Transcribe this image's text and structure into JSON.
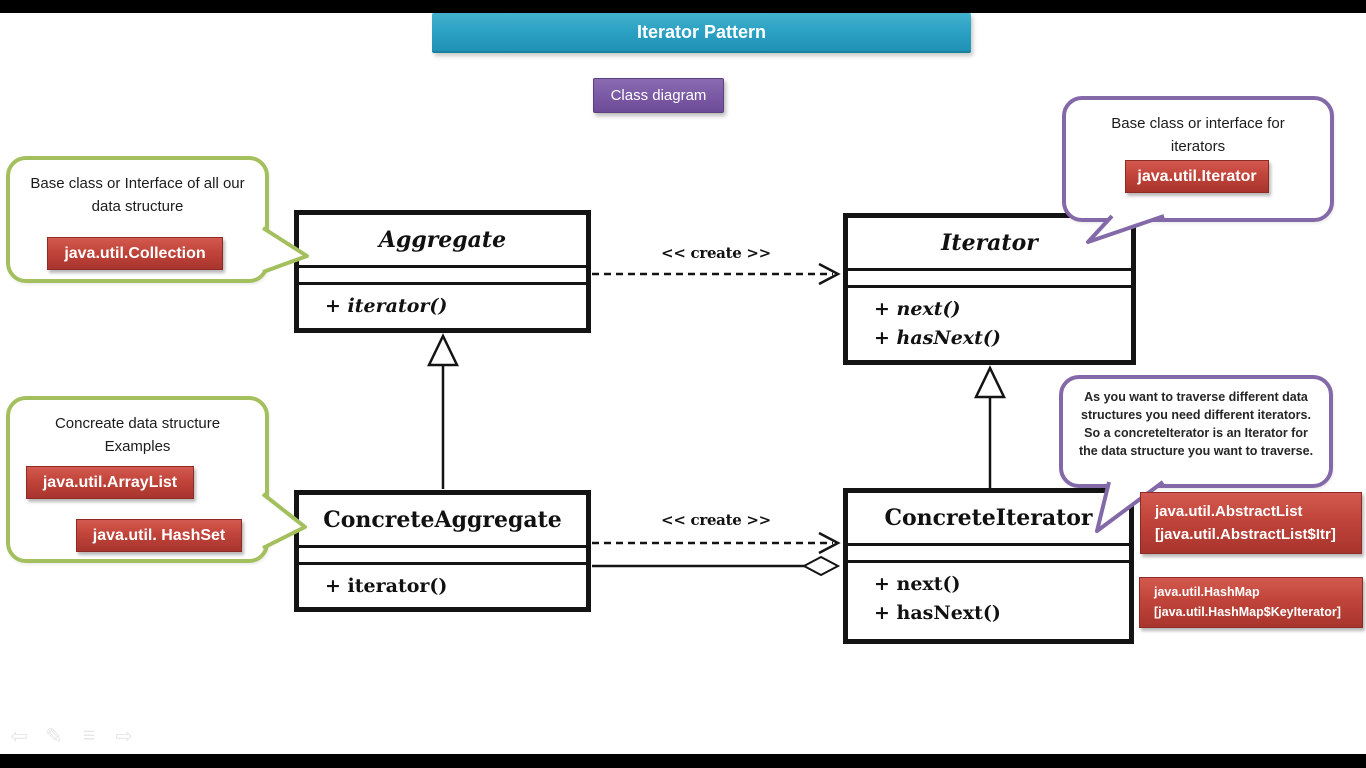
{
  "banner": {
    "label": "Iterator Pattern"
  },
  "subtitle": {
    "label": "Class diagram"
  },
  "callouts": {
    "collection": {
      "text": "Base class or Interface of all our data structure",
      "badge": "java.util.Collection"
    },
    "examples": {
      "text": "Concreate data structure Examples",
      "badges": [
        "java.util.ArrayList",
        "java.util. HashSet"
      ]
    },
    "iterator": {
      "text": "Base class or interface for iterators",
      "badge": "java.util.Iterator"
    },
    "note": {
      "text": "As you want to traverse different data structures you need different iterators. So a concreteIterator is an Iterator for the data structure you want to traverse."
    }
  },
  "classes": {
    "aggregate": {
      "name": "Aggregate",
      "methods": [
        "+ iterator()"
      ]
    },
    "iterator": {
      "name": "Iterator",
      "methods": [
        "+ next()",
        "+ hasNext()"
      ]
    },
    "concrete_aggregate": {
      "name": "ConcreteAggregate",
      "methods": [
        "+ iterator()"
      ]
    },
    "concrete_iterator": {
      "name": "ConcreteIterator",
      "methods": [
        "+ next()",
        "+ hasNext()"
      ]
    }
  },
  "relations": {
    "create_top": "<< create >>",
    "create_bottom": "<< create >>"
  },
  "side_badges": [
    {
      "line1": "java.util.AbstractList",
      "line2": "[java.util.AbstractList$Itr]"
    },
    {
      "line1": "java.util.HashMap",
      "line2": "[java.util.HashMap$KeyIterator]"
    }
  ],
  "controls": [
    {
      "name": "previous-slide",
      "glyph": "⇦"
    },
    {
      "name": "pen-tool",
      "glyph": "✎"
    },
    {
      "name": "slide-menu",
      "glyph": "≡"
    },
    {
      "name": "next-slide",
      "glyph": "⇨"
    }
  ],
  "colors": {
    "banner_teal": "#2da2c4",
    "subtitle_purple": "#7a58a4",
    "badge_red": "#c1443a",
    "callout_green": "#a4c05e",
    "callout_purple": "#8469a8",
    "uml_ink": "#141414"
  }
}
